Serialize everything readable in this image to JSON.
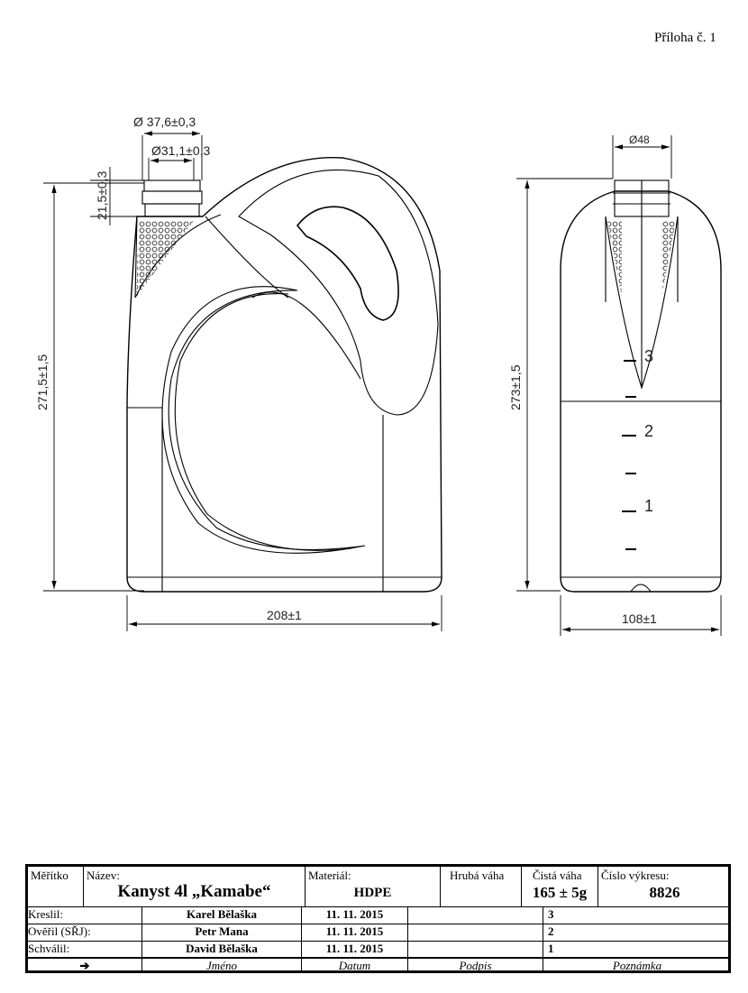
{
  "header": {
    "annex": "Příloha č. 1"
  },
  "front_view": {
    "dims": {
      "outer_neck": "Ø 37,6±0,3",
      "inner_neck": "Ø31,1±0,3",
      "neck_height": "21,5±0,3",
      "height": "271,5±1,5",
      "width": "208±1"
    }
  },
  "side_view": {
    "dims": {
      "neck": "Ø48",
      "height": "273±1,5",
      "width": "108±1"
    },
    "scale_marks": [
      "3",
      "2",
      "1"
    ]
  },
  "title_block": {
    "scale_label": "Měřítko",
    "name_label": "Název:",
    "name": "Kanyst 4l „Kamabe“",
    "material_label": "Materiál:",
    "material": "HDPE",
    "gross_weight_label": "Hrubá váha",
    "net_weight_label": "Čistá váha",
    "net_weight": "165 ± 5g",
    "drawing_no_label": "Číslo výkresu:",
    "drawing_no": "8826",
    "rows": [
      {
        "role": "Kreslil:",
        "name": "Karel Bělaška",
        "date": "11. 11. 2015",
        "signature": "",
        "note": "3"
      },
      {
        "role": "Ověřil (SŘJ):",
        "name": "Petr Mana",
        "date": "11. 11. 2015",
        "signature": "",
        "note": "2"
      },
      {
        "role": "Schválil:",
        "name": "David Bělaška",
        "date": "11. 11. 2015",
        "signature": "",
        "note": "1"
      }
    ],
    "footer": {
      "arrow": "➔",
      "name": "Jméno",
      "date": "Datum",
      "signature": "Podpis",
      "note": "Poznámka"
    }
  }
}
